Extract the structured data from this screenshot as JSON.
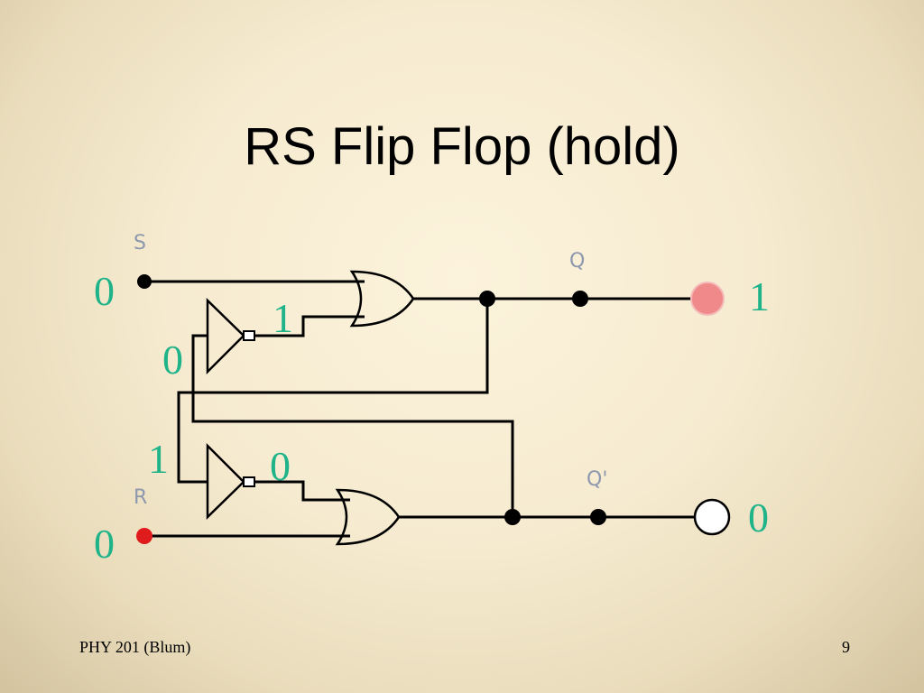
{
  "title": "RS Flip Flop (hold)",
  "pins": {
    "s": "S",
    "r": "R",
    "q": "Q",
    "q_bar": "Q'"
  },
  "values": {
    "s_input": "0",
    "r_input": "0",
    "not_top_in": "0",
    "not_top_out": "1",
    "not_bottom_in": "1",
    "not_bottom_out": "0",
    "q_output": "1",
    "q_bar_output": "0"
  },
  "colors": {
    "wire": "#000000",
    "value_text": "#1fb389",
    "input_r_active": "#e01b1b",
    "output_q_on": "#f08a8a"
  },
  "footer": {
    "course": "PHY 201 (Blum)",
    "page": "9"
  }
}
